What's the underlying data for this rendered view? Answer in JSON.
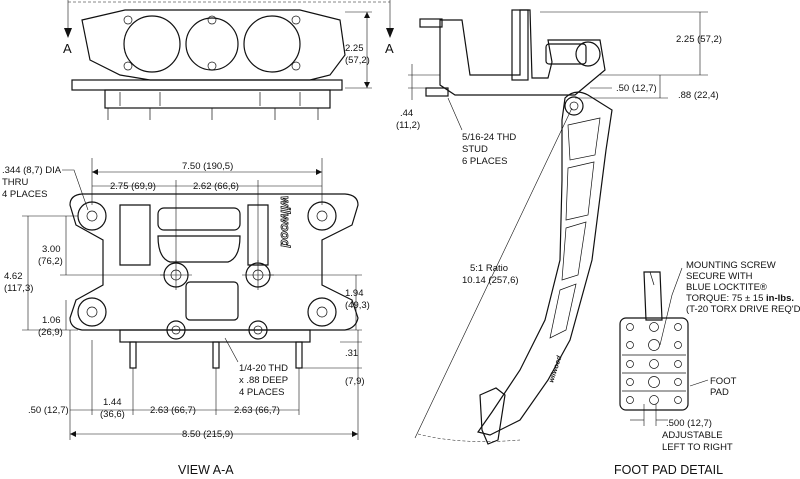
{
  "top_view": {
    "section_label_left": "A",
    "section_label_right": "A",
    "height_dim": "2.25",
    "height_dim_mm": "(57,2)"
  },
  "view_aa": {
    "caption": "VIEW A-A",
    "hole_callout": [
      ".344 (8,7) DIA",
      "THRU",
      "4 PLACES"
    ],
    "overall_width": "7.50 (190,5)",
    "left_offset": "2.75 (69,9)",
    "center_offset": "2.62 (66,6)",
    "height_3": "3.00",
    "height_3_mm": "(76,2)",
    "height_462": "4.62",
    "height_462_mm": "(117,3)",
    "height_106": "1.06",
    "height_106_mm": "(26,9)",
    "height_194": "1.94",
    "height_194_mm": "(49,3)",
    "height_31": ".31",
    "height_31_mm": "(7,9)",
    "tap_callout": [
      "1/4-20 THD",
      "x .88 DEEP",
      "4 PLACES"
    ],
    "bottom_50": ".50 (12,7)",
    "bottom_144": "1.44",
    "bottom_144_mm": "(36,6)",
    "bottom_263_a": "2.63 (66,7)",
    "bottom_263_b": "2.63 (66,7)",
    "overall_850": "8.50 (215,9)",
    "brand": "wilwood"
  },
  "side_view": {
    "dim_225": "2.25 (57,2)",
    "dim_50": ".50 (12,7)",
    "dim_88": ".88 (22,4)",
    "dim_44": ".44",
    "dim_44_mm": "(11,2)",
    "stud_callout": [
      "5/16-24 THD",
      "STUD",
      "6 PLACES"
    ],
    "ratio": "5:1 Ratio",
    "ratio_len": "10.14 (257,6)",
    "brand": "wilwood"
  },
  "foot_pad": {
    "caption": "FOOT PAD DETAIL",
    "screw_note": [
      "MOUNTING SCREW",
      "SECURE WITH",
      "BLUE LOCKTITE®"
    ],
    "torque_prefix": "TORQUE: 75 ± 15 ",
    "torque_unit": "in-lbs.",
    "torx_note": "(T-20 TORX DRIVE REQ'D)",
    "foot_label": [
      "FOOT",
      "PAD"
    ],
    "adjust_dim": ".500 (12,7)",
    "adjust_note": [
      "ADJUSTABLE",
      "LEFT TO RIGHT"
    ]
  }
}
